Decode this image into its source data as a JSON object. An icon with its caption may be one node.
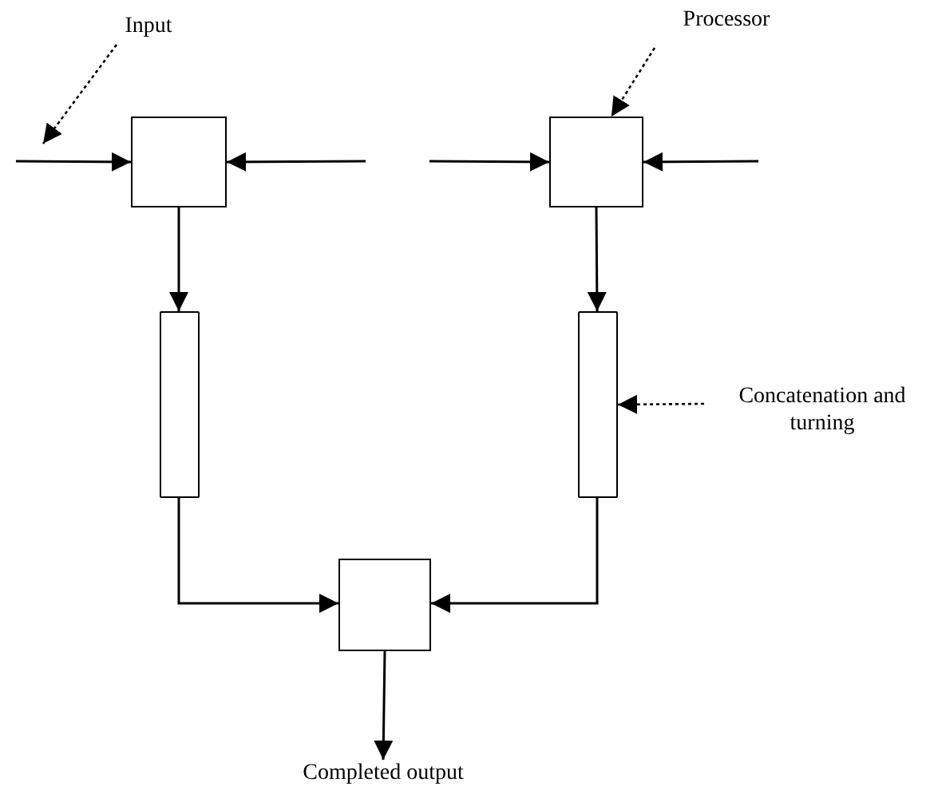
{
  "diagram": {
    "nodes": [
      {
        "text": [
          "Input"
        ]
      },
      {
        "text": [],
        "shape": "box"
      },
      {
        "text": [
          "Processor"
        ]
      },
      {
        "text": [],
        "shape": "box"
      },
      {
        "text": [],
        "shape": "bar"
      },
      {
        "text": [],
        "shape": "bar"
      },
      {
        "text": [
          "Concatenation and turning"
        ]
      },
      {
        "text": [],
        "shape": "box"
      },
      {
        "text": [
          "Completed output"
        ]
      }
    ],
    "edges": [
      {
        "from": 0,
        "to": null,
        "arrow": "to",
        "style": "dashed"
      },
      {
        "from": null,
        "to": 1,
        "arrow": "to"
      },
      {
        "from": null,
        "to": 1,
        "arrow": "to"
      },
      {
        "from": null,
        "to": 3,
        "arrow": "to"
      },
      {
        "from": null,
        "to": 3,
        "arrow": "to"
      },
      {
        "from": 2,
        "to": 3,
        "arrow": "to",
        "style": "dashed"
      },
      {
        "from": 1,
        "to": 4,
        "arrow": "to"
      },
      {
        "from": 3,
        "to": 5,
        "arrow": "to"
      },
      {
        "from": 6,
        "to": 5,
        "arrow": "to",
        "style": "dashed"
      },
      {
        "from": 4,
        "to": 7,
        "arrow": "to"
      },
      {
        "from": 5,
        "to": 7,
        "arrow": "to"
      },
      {
        "from": 7,
        "to": 8,
        "arrow": "to"
      }
    ]
  }
}
